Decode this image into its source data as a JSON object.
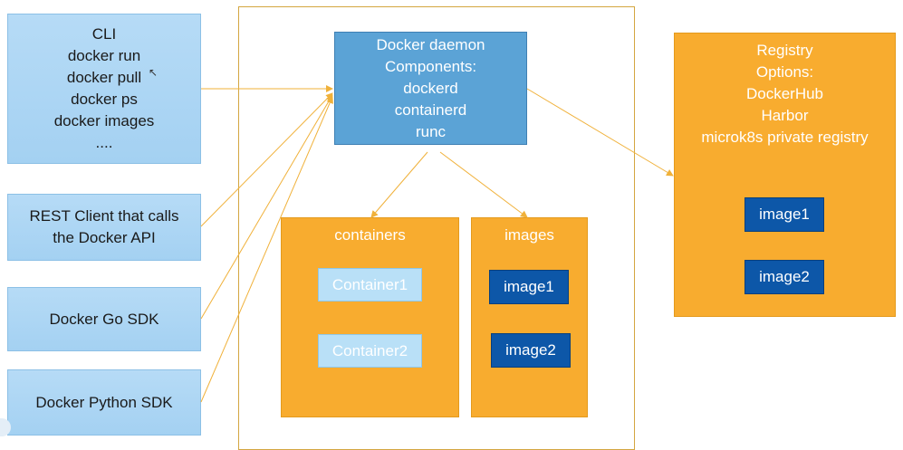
{
  "clients": {
    "cli": {
      "lines": [
        "CLI",
        "docker run",
        "docker pull",
        "docker ps",
        "docker images",
        "...."
      ]
    },
    "rest": {
      "lines": [
        "REST Client that calls",
        "the Docker API"
      ]
    },
    "go_sdk": {
      "label": "Docker Go SDK"
    },
    "python_sdk": {
      "label": "Docker Python SDK"
    }
  },
  "daemon": {
    "lines": [
      "Docker daemon",
      "Components:",
      "dockerd",
      "containerd",
      "runc"
    ]
  },
  "containers": {
    "title": "containers",
    "items": [
      "Container1",
      "Container2"
    ]
  },
  "images": {
    "title": "images",
    "items": [
      "image1",
      "image2"
    ]
  },
  "registry": {
    "lines": [
      "Registry",
      "Options:",
      "DockerHub",
      "Harbor",
      "microk8s private registry"
    ],
    "items": [
      "image1",
      "image2"
    ]
  },
  "colors": {
    "client_fill": "#a9d4f3",
    "daemon_fill": "#5ba3d6",
    "orange_fill": "#f8ac2f",
    "image_fill": "#0d57a8",
    "container_fill": "#b9e0f7",
    "arrow": "#f0b13a"
  }
}
